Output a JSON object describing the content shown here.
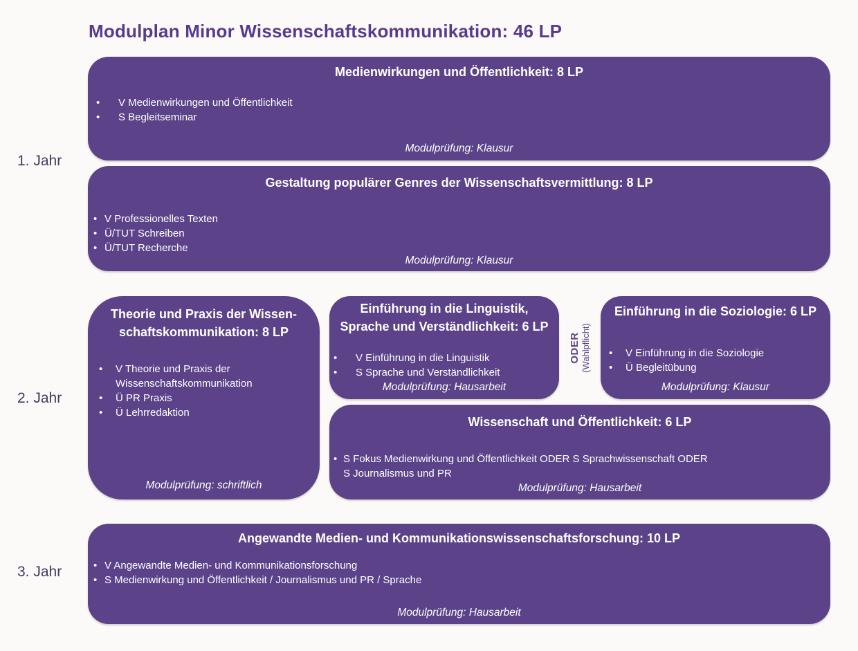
{
  "title": "Modulplan Minor Wissenschaftskommunikation: 46 LP",
  "year_labels": {
    "year1": "1. Jahr",
    "year2": "2. Jahr",
    "year3": "3. Jahr"
  },
  "oder": {
    "line1": "ODER",
    "line2": "(Wahlpflicht)"
  },
  "modules": {
    "medienwirkungen": {
      "title": "Medienwirkungen und Öffentlichkeit: 8 LP",
      "bullets": [
        "V Medienwirkungen und Öffentlichkeit",
        "S Begleitseminar"
      ],
      "exam": "Modulprüfung: Klausur"
    },
    "gestaltung": {
      "title": "Gestaltung populärer Genres der Wissenschaftsvermittlung: 8 LP",
      "bullets": [
        "V Professionelles Texten",
        "Ü/TUT Schreiben",
        "Ü/TUT Recherche"
      ],
      "exam": "Modulprüfung: Klausur"
    },
    "theorie": {
      "title_line1": "Theorie und Praxis der Wissen-",
      "title_line2": "schaftskommunikation: 8 LP",
      "bullets": [
        "V Theorie und Praxis der Wissenschaftskommunikation",
        "Ü PR Praxis",
        "Ü Lehrredaktion"
      ],
      "exam": "Modulprüfung: schriftlich"
    },
    "linguistik": {
      "title_line1": "Einführung in die Linguistik,",
      "title_line2": "Sprache und Verständlichkeit: 6 LP",
      "bullets": [
        "V Einführung in die Linguistik",
        "S Sprache und Verständlichkeit"
      ],
      "exam": "Modulprüfung: Hausarbeit"
    },
    "soziologie": {
      "title": "Einführung in die Soziologie: 6 LP",
      "bullets": [
        "V Einführung in die Soziologie",
        "Ü Begleitübung"
      ],
      "exam": "Modulprüfung: Klausur"
    },
    "wissenschaft": {
      "title": "Wissenschaft und Öffentlichkeit: 6 LP",
      "bullets": [
        "S Fokus Medienwirkung und Öffentlichkeit ODER S Sprachwissenschaft ODER S Journalismus und PR"
      ],
      "exam": "Modulprüfung: Hausarbeit"
    },
    "angewandte": {
      "title": "Angewandte Medien- und Kommunikationswissenschaftsforschung: 10 LP",
      "bullets": [
        "V Angewandte Medien- und Kommunikationsforschung",
        "S Medienwirkung und Öffentlichkeit / Journalismus und PR / Sprache"
      ],
      "exam": "Modulprüfung: Hausarbeit"
    }
  },
  "colors": {
    "box_purple": "#5b4289",
    "title_purple": "#57398f",
    "year_label": "#44395f",
    "background": "#fbfaf8",
    "text": "#ffffff"
  }
}
